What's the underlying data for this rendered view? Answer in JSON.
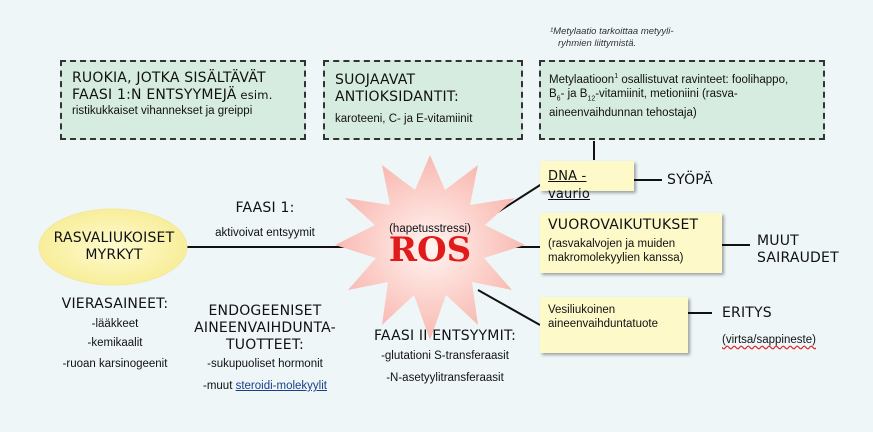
{
  "footnote": {
    "line1": "¹Metylaatio tarkoittaa metyyli-",
    "line2": "ryhmien liittymistä."
  },
  "box_food": {
    "title_l1": "RUOKIA, JOTKA SISÄLTÄVÄT",
    "title_l2": "FAASI 1:N ENTSYYMEJÄ",
    "title_suffix": " esim.",
    "sub": "ristikukkaiset vihannekset ja greippi"
  },
  "box_antiox": {
    "title_l1": "SUOJAAVAT",
    "title_l2": "ANTIOKSIDANTIT:",
    "sub": "karoteeni, C- ja E-vitamiinit"
  },
  "box_methyl": {
    "a1": "Metylaatioon",
    "sup1": "1",
    "a2": " osallistuvat ravinteet: foolihappo,",
    "b_pre": "B",
    "b_sub6": "6",
    "b_mid": "- ja B",
    "b_sub12": "12",
    "b_post": "-vitamiinit, metioniini (rasva-",
    "c": "aineenvaihdunnan tehostaja)"
  },
  "left": {
    "toxins_l1": "RASVALIUKOISET",
    "toxins_l2": "MYRKYT",
    "foreign_title": "VIERASAINEET:",
    "foreign_items": [
      "-lääkkeet",
      "-kemikaalit",
      "-ruoan karsinogeenit"
    ]
  },
  "phase1": {
    "title": "FAASI 1:",
    "sub": "aktivoivat entsyymit"
  },
  "endo": {
    "l1": "ENDOGEENISET",
    "l2": "AINEENVAIHDUNTA-",
    "l3": "TUOTTEET:",
    "i1": "-sukupuoliset hormonit",
    "i2_pre": "-muut ",
    "i2_link": "steroidi-molekyylit"
  },
  "ros": {
    "label": "ROS",
    "sub": "(hapetusstressi)"
  },
  "phase2": {
    "title": "FAASI II ENTSYYMIT:",
    "i1": "-glutationi S-transferaasit",
    "i2": "-N-asetyylitransferaasit"
  },
  "dna": {
    "label": "DNA -vaurio",
    "outcome": "SYÖPÄ"
  },
  "interactions": {
    "title": "VUOROVAIKUTUKSET",
    "sub1": "(rasvakalvojen ja muiden",
    "sub2": "makromolekyylien kanssa)",
    "outcome_l1": "MUUT",
    "outcome_l2": "SAIRAUDET"
  },
  "excretion": {
    "l1": "Vesiliukoinen",
    "l2": "aineenvaihduntatuote",
    "outcome": "ERITYS",
    "outcome_sub": "(virtsa/sappineste)"
  },
  "colors": {
    "ros_fill": "#fcd0ca",
    "ros_text": "#e01b1b",
    "green_box": "#d6ece0",
    "yellow_box": "#fdf9c8",
    "toxin_ellipse": "#fbf3a6"
  }
}
